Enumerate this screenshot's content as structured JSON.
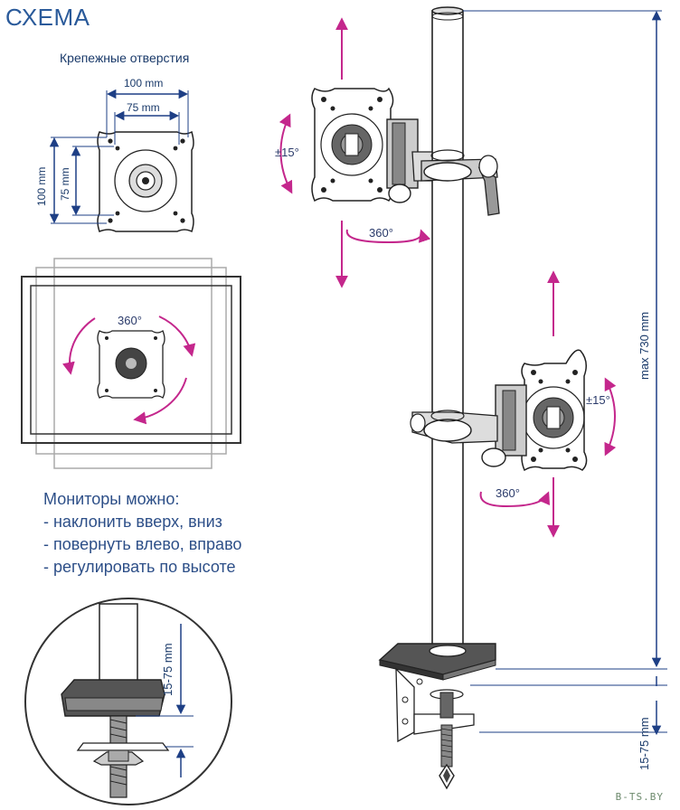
{
  "title": "СХЕМА",
  "mounting_holes": {
    "title": "Крепежные отверстия",
    "dim_outer_w": "100 mm",
    "dim_inner_w": "75 mm",
    "dim_outer_h": "100 mm",
    "dim_inner_h": "75 mm"
  },
  "rotation_label": "360°",
  "features": {
    "heading": "Мониторы можно:",
    "items": [
      "- наклонить вверх, вниз",
      "- повернуть влево, вправо",
      "- регулировать по высоте"
    ]
  },
  "arm_top": {
    "tilt": "±15°",
    "swivel": "360°"
  },
  "arm_bottom": {
    "tilt": "±15°",
    "swivel": "360°"
  },
  "height_dim": "max 730 mm",
  "clamp_dim": "15-75 mm",
  "detail_clamp_dim": "15-75 mm",
  "watermark": "B-TS.BY",
  "colors": {
    "magenta": "#c4278c",
    "navy": "#1e3f85",
    "line": "#222222"
  }
}
